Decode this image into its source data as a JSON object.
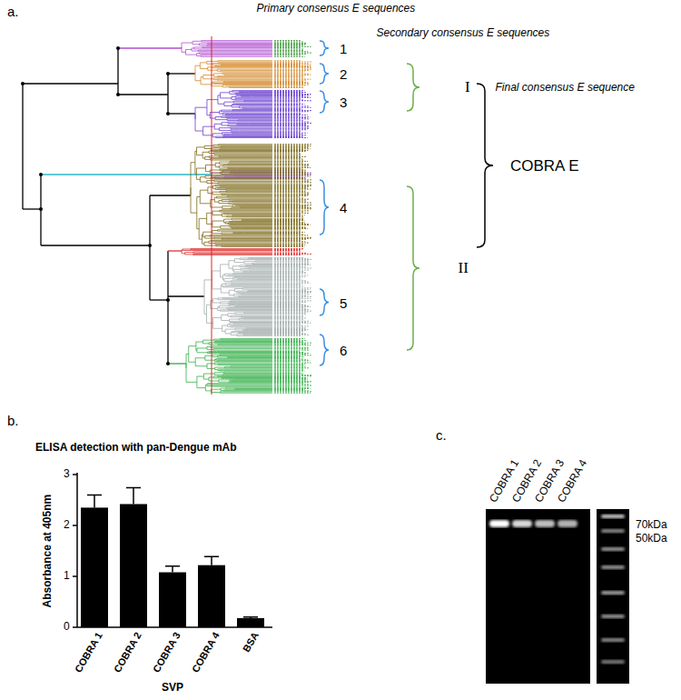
{
  "diagram": {
    "labels": [
      "a.",
      "Primary consensus E sequences",
      "Secondary consensus E sequences",
      "1",
      "Final consensus E sequence",
      "2",
      "I",
      "3",
      "COBRA E",
      "4",
      "II",
      "5",
      "6",
      "b.",
      "ELISA detection with pan-Dengue mAb",
      "c.",
      "COBRA 1",
      "COBRA 2",
      "COBRA 3",
      "COBRA 4",
      "70kDa",
      "50kDa",
      "3",
      "2",
      "1",
      "0",
      "Absorbance at 405nm",
      "COBRA 1",
      "COBRA 2",
      "COBRA 3",
      "COBRA 4",
      "BSA",
      "SVP"
    ]
  }
}
